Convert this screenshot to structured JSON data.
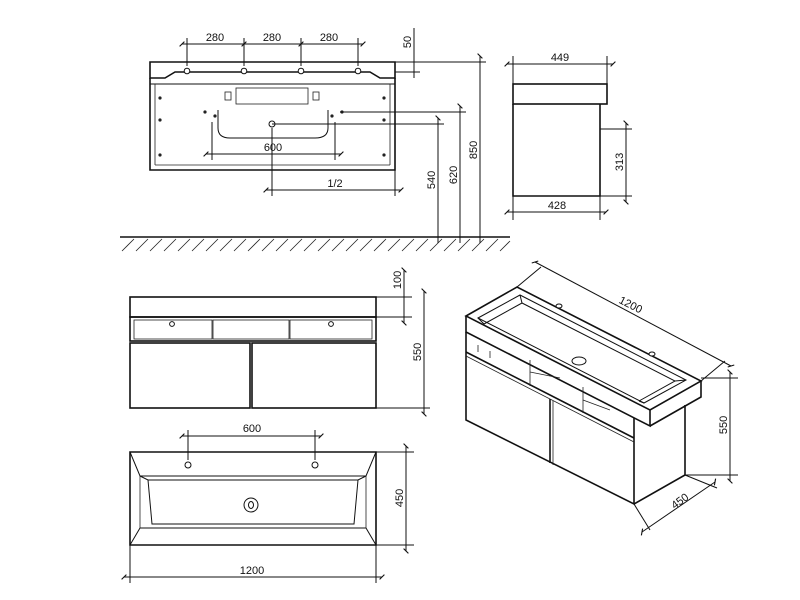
{
  "front_elevation": {
    "tap_spacing_1": "280",
    "tap_spacing_2": "280",
    "tap_spacing_3": "280",
    "top_margin": "50",
    "basin_width": "600",
    "center_mark": "1/2",
    "height_540": "540",
    "height_620": "620",
    "height_850": "850"
  },
  "side_elevation": {
    "top_depth": "449",
    "bottom_depth": "428",
    "drawer_height": "313"
  },
  "cabinet_front": {
    "top_height": "100",
    "total_height": "550"
  },
  "plan_view": {
    "tap_spacing": "600",
    "depth": "450",
    "width": "1200"
  },
  "iso_view": {
    "width": "1200",
    "height": "550",
    "depth": "450"
  }
}
